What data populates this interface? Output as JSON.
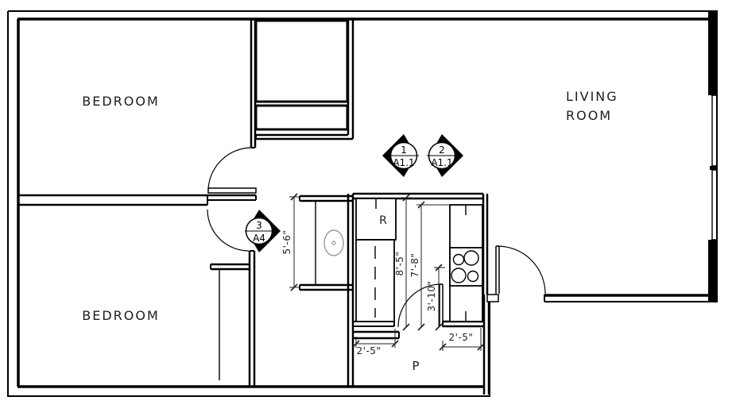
{
  "floor_plan": {
    "rooms": {
      "bedroom_top": {
        "label": "BEDROOM"
      },
      "bedroom_bottom": {
        "label": "BEDROOM"
      },
      "living_room": {
        "line1": "LIVING",
        "line2": "ROOM"
      },
      "refrigerator": {
        "label": "R"
      },
      "patio": {
        "label": "P"
      }
    },
    "dimensions": {
      "vanity_run": "5'-6\"",
      "counter_run": "8'-5\"",
      "kitchen_run": "7'-8\"",
      "door_opening": "3'-10\"",
      "stub_left": "2'-5\"",
      "stub_right": "2'-5\""
    },
    "section_markers": [
      {
        "number": "1",
        "sheet": "A1.1",
        "direction": "left"
      },
      {
        "number": "2",
        "sheet": "A1.1",
        "direction": "right"
      },
      {
        "number": "3",
        "sheet": "A4",
        "direction": "right"
      }
    ],
    "colors": {
      "wall": "#000000",
      "background": "#ffffff",
      "sink_outline": "#9a9a9a",
      "dimension_text": "#222222"
    }
  }
}
